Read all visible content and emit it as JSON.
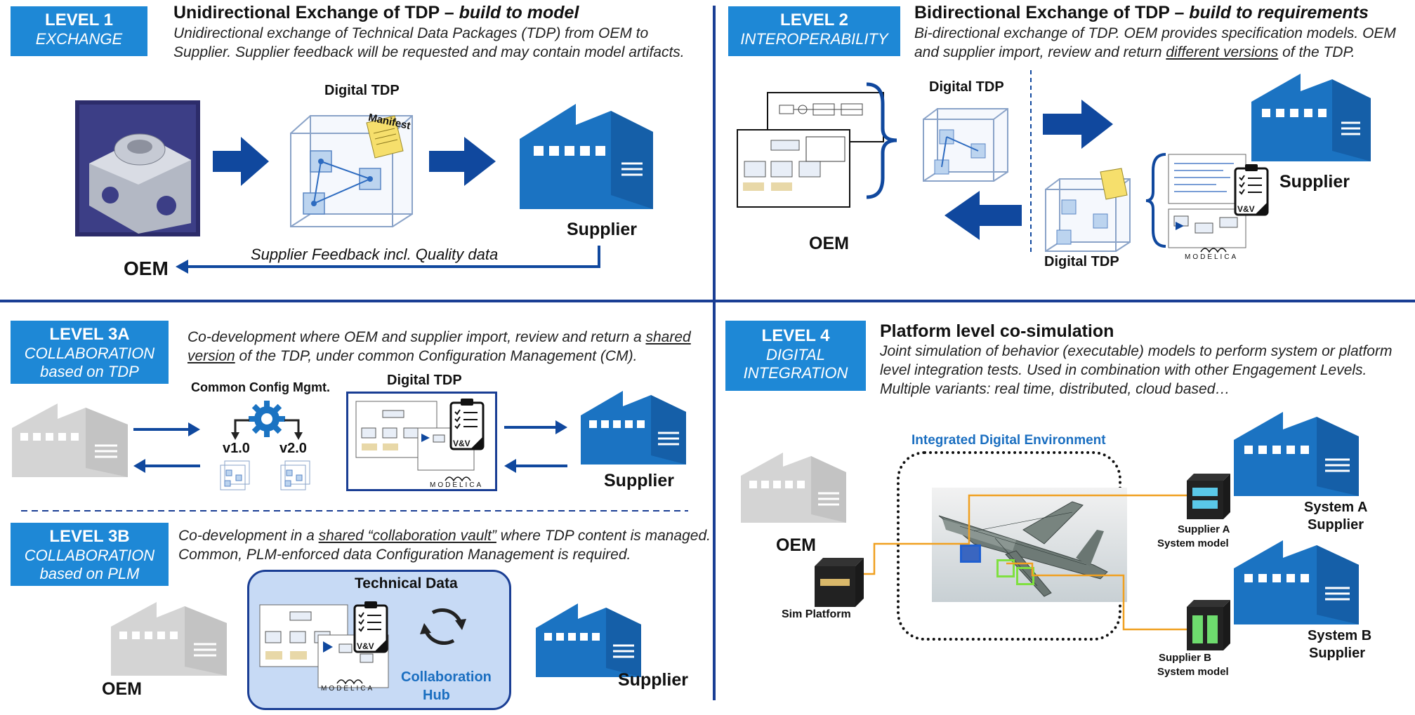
{
  "level1": {
    "badge_level": "LEVEL 1",
    "badge_sub": "EXCHANGE",
    "title_main": "Unidirectional Exchange of TDP – ",
    "title_em": "build to model",
    "desc": "Unidirectional exchange of Technical Data Packages (TDP) from OEM to Supplier. Supplier feedback will be requested and may contain model artifacts.",
    "digital_tdp": "Digital TDP",
    "manifest": "Manifest",
    "supplier": "Supplier",
    "feedback": "Supplier Feedback incl. Quality data",
    "oem": "OEM"
  },
  "level2": {
    "badge_level": "LEVEL 2",
    "badge_sub": "INTEROPERABILITY",
    "title_main": "Bidirectional Exchange of TDP – ",
    "title_em": "build to requirements",
    "desc_a": "Bi-directional exchange of TDP. OEM provides specification models. OEM and supplier import, review and return ",
    "desc_u": "different versions",
    "desc_b": " of the TDP.",
    "digital_tdp_top": "Digital TDP",
    "digital_tdp_bottom": "Digital TDP",
    "oem": "OEM",
    "supplier": "Supplier",
    "vv": "V&V",
    "modelica": "MODELICA"
  },
  "level3a": {
    "badge_level": "LEVEL 3A",
    "badge_sub1": "COLLABORATION",
    "badge_sub2": "based on TDP",
    "desc_a": "Co-development where OEM and supplier import, review and return a ",
    "desc_u": "shared version",
    "desc_b": " of the TDP, under common Configuration Management (CM).",
    "config_label": "Common Config Mgmt.",
    "v1": "v1.0",
    "v2": "v2.0",
    "digital_tdp": "Digital TDP",
    "supplier": "Supplier",
    "vv": "V&V",
    "modelica": "MODELICA"
  },
  "level3b": {
    "badge_level": "LEVEL 3B",
    "badge_sub1": "COLLABORATION",
    "badge_sub2": "based on PLM",
    "desc_a": "Co-development in a ",
    "desc_u": "shared “collaboration vault”",
    "desc_b": " where TDP content is managed. Common, PLM-enforced data Configuration Management is required.",
    "technical_data": "Technical Data",
    "hub_line1": "Collaboration",
    "hub_line2": "Hub",
    "oem": "OEM",
    "supplier": "Supplier",
    "vv": "V&V",
    "modelica": "MODELICA"
  },
  "level4": {
    "badge_level": "LEVEL 4",
    "badge_sub1": "DIGITAL",
    "badge_sub2": "INTEGRATION",
    "title": "Platform level co-simulation",
    "desc": "Joint simulation of behavior (executable) models to perform system or platform level integration tests. Used in combination with other Engagement Levels. Multiple variants: real time, distributed, cloud based…",
    "env_title": "Integrated Digital Environment",
    "oem": "OEM",
    "sim_platform": "Sim Platform",
    "supplier_a_model_1": "Supplier A",
    "supplier_a_model_2": "System model",
    "supplier_b_model_1": "Supplier B",
    "supplier_b_model_2": "System model",
    "system_a_1": "System A",
    "system_a_2": "Supplier",
    "system_b_1": "System B",
    "system_b_2": "Supplier"
  },
  "colors": {
    "badge": "#1e88d6",
    "divider": "#1a3e94",
    "arrow": "#10489e",
    "factory": "#1b73c2",
    "factory_grey": "#d4d4d4",
    "hub_fill": "#c7daf5",
    "orange_link": "#f0a020"
  }
}
